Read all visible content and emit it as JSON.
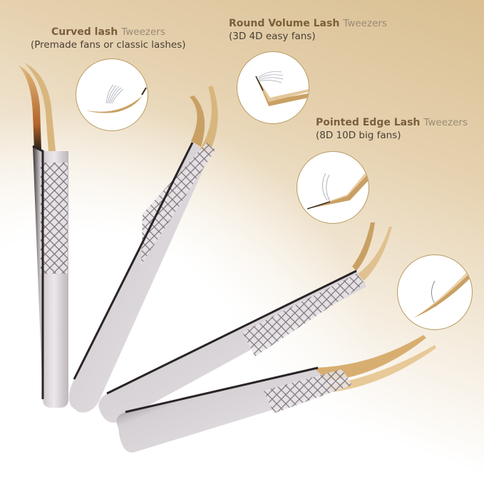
{
  "products": [
    {
      "name": "Curved lash",
      "type": "Tweezers",
      "description": "(Premade fans or classic lashes)"
    },
    {
      "name": "Round Volume Lash",
      "type": "Tweezers",
      "description": "(3D 4D easy fans)"
    },
    {
      "name": "Pointed Edge Lash",
      "type": "Tweezers",
      "description": "(8D 10D big fans)"
    }
  ],
  "colors": {
    "gold": "#c9a064",
    "title_brown": "#7a5f3c",
    "background_tan": "#d9bf92",
    "steel": "#d8d4d8",
    "circle_border": "#b99a63"
  }
}
